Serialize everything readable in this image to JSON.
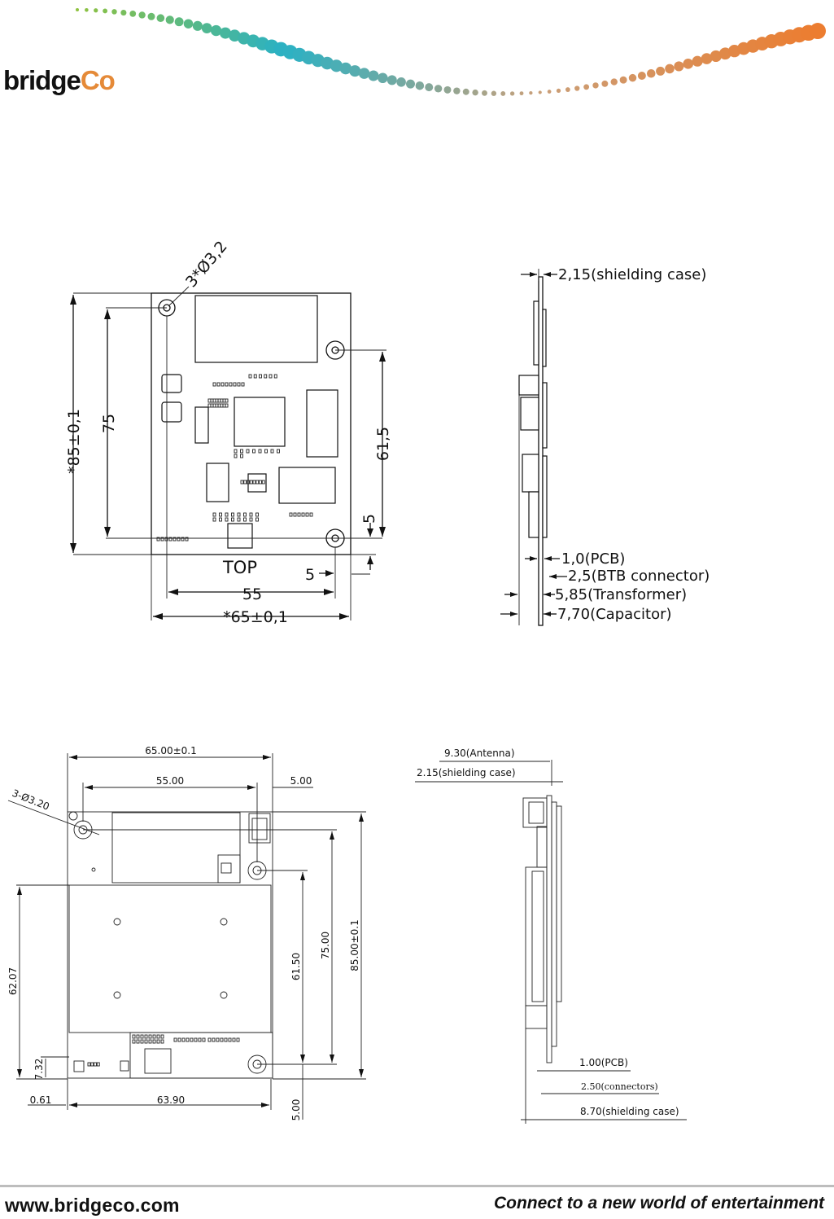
{
  "brand": {
    "name_part1": "bridge",
    "name_part2": "Co"
  },
  "colors": {
    "teal": "#2ab1c4",
    "green": "#8fc23f",
    "orange": "#ec7d30",
    "tan": "#c9a07a",
    "gray_rule": "#bdbdbd"
  },
  "drawing1": {
    "hole_label": "3*Ø3,2",
    "height_label": "*85±0,1",
    "dim_75": "75",
    "dim_61_5": "61,5",
    "dim_5_vert": "5",
    "dim_5_horz": "5",
    "top_label": "TOP",
    "dim_55": "55",
    "width_label": "*65±0,1"
  },
  "side1": {
    "shielding": "2,15(shielding case)",
    "pcb": "1,0(PCB)",
    "btb": "2,5(BTB connector)",
    "transformer": "5,85(Transformer)",
    "capacitor": "7,70(Capacitor)"
  },
  "drawing2": {
    "width_tol": "65.00±0.1",
    "dim_55": "55.00",
    "dim_5": "5.00",
    "holes": "3-Ø3.20",
    "dim_62_07": "62.07",
    "dim_61_50": "61.50",
    "dim_75_00": "75.00",
    "dim_85_00": "85.00±0.1",
    "dim_7_32": "7.32",
    "dim_0_61": "0.61",
    "dim_63_90": "63.90",
    "dim_5_00_bottom": "5.00"
  },
  "side2": {
    "antenna": "9.30(Antenna)",
    "shielding": "2.15(shielding case)",
    "pcb": "1.00(PCB)",
    "connectors": "2.50(connectors)",
    "shield_total": "8.70(shielding case)"
  },
  "footer": {
    "url": "www.bridgeco.com",
    "tagline": "Connect to a new world of entertainment"
  }
}
